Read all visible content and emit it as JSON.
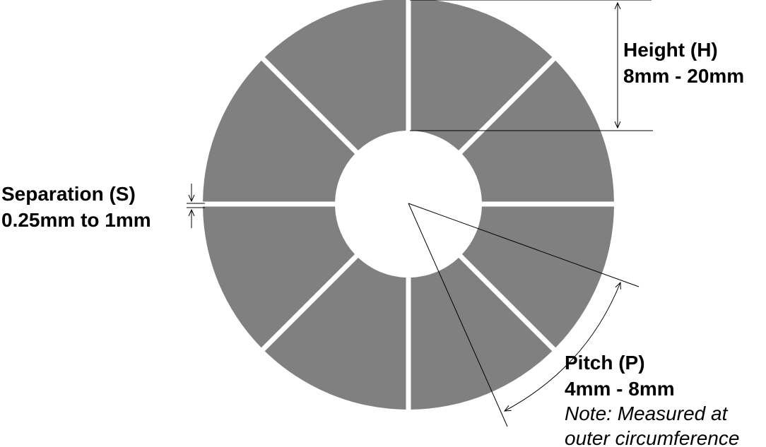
{
  "colors": {
    "segment_fill": "#808080",
    "background": "#ffffff",
    "line": "#000000"
  },
  "ring": {
    "segment_count": 8
  },
  "labels": {
    "height": {
      "title": "Height (H)",
      "range": "8mm - 20mm"
    },
    "separation": {
      "title": "Separation (S)",
      "range": "0.25mm to 1mm"
    },
    "pitch": {
      "title": "Pitch (P)",
      "range": "4mm - 8mm",
      "note_line1": "Note: Measured at",
      "note_line2": "outer circumference"
    }
  }
}
